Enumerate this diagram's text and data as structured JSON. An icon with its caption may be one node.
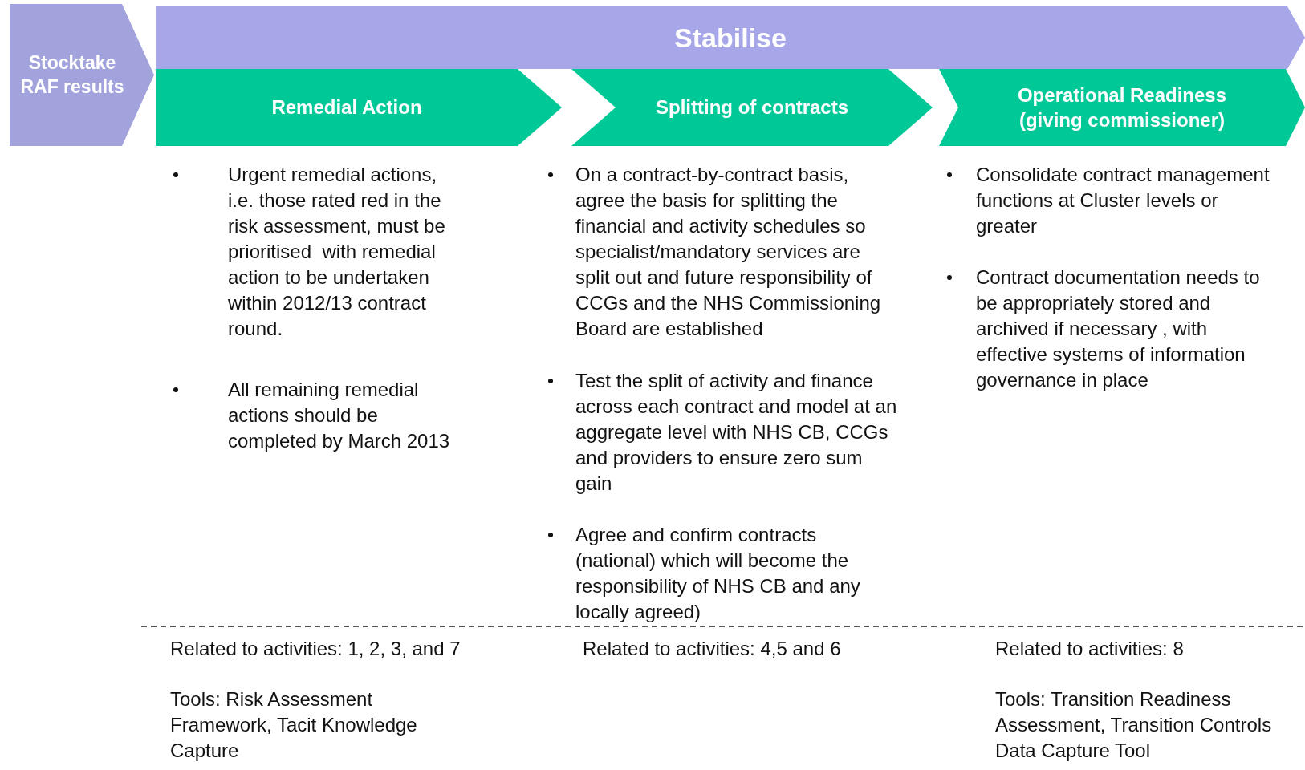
{
  "diagram": {
    "nodes": [
      {
        "text": [
          "Stocktake RAF results"
        ]
      },
      {
        "text": [
          "Stabilise"
        ]
      },
      {
        "text": [
          "Remedial Action"
        ]
      },
      {
        "text": [
          "Splitting of contracts"
        ]
      },
      {
        "text": [
          "Operational Readiness (giving commissioner)"
        ]
      }
    ],
    "labels": [
      "Urgent remedial actions, i.e. those rated red in the risk assessment, must be prioritised  with remedial action to be undertaken within 2012/13 contract round.",
      "All remaining remedial actions should be completed by March 2013",
      "On a contract-by-contract basis, agree the basis for splitting the financial and activity schedules so specialist/mandatory services are split out and future responsibility of CCGs and the NHS Commissioning Board are established",
      "Test the split of activity and finance across each contract and model at an aggregate level with NHS CB, CCGs and providers to ensure zero sum gain",
      "Agree and confirm contracts (national) which will become the responsibility of NHS CB and any locally agreed)",
      "Consolidate contract management functions at Cluster levels or greater",
      "Contract documentation needs to be appropriately stored and archived if necessary , with effective systems of information governance in place",
      "Related to activities: 1, 2, 3, and 7",
      "Tools: Risk Assessment Framework, Tacit Knowledge Capture",
      "Related to activities: 4,5 and 6",
      "Related to activities: 8",
      "Tools: Transition Readiness Assessment, Transition Controls Data Capture Tool"
    ]
  }
}
